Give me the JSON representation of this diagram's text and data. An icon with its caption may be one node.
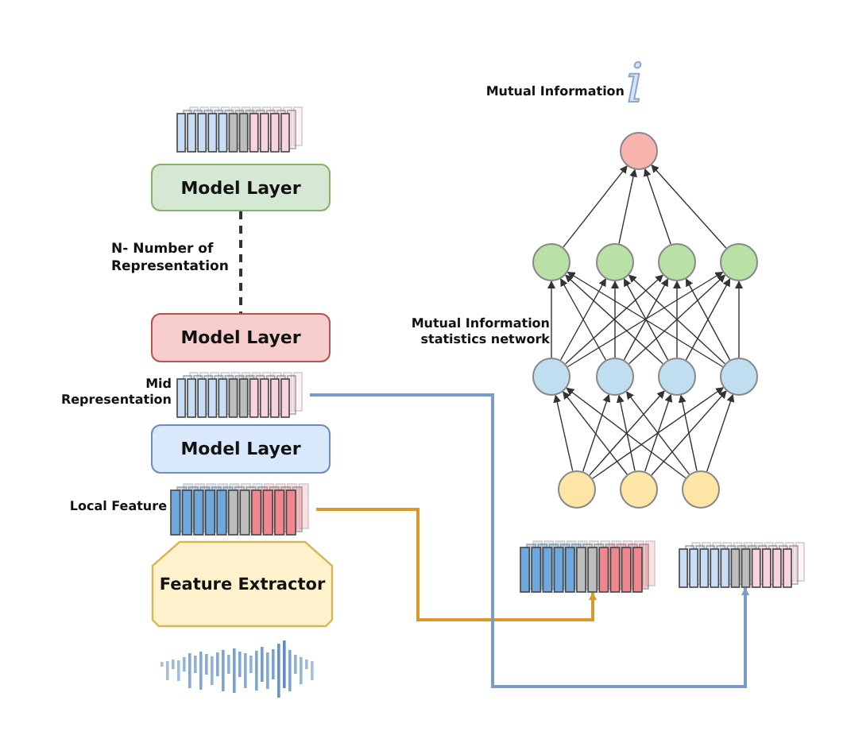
{
  "diagram": {
    "nodes": [
      {
        "text": [],
        "shape": "bar"
      },
      {
        "text": [
          "Model Layer"
        ]
      },
      {
        "text": [
          "Model Layer"
        ]
      },
      {
        "text": [],
        "shape": "bar",
        "beside": [
          "Mid Representation"
        ]
      },
      {
        "text": [
          "Model Layer"
        ]
      },
      {
        "text": [],
        "shape": "bar",
        "beside": [
          "Local Feature"
        ]
      },
      {
        "text": [
          "Feature Extractor"
        ]
      },
      {
        "text": [],
        "shape": "circle"
      },
      {
        "text": [],
        "shape": "circle"
      },
      {
        "text": [],
        "shape": "circle"
      },
      {
        "text": [],
        "shape": "circle"
      },
      {
        "text": [],
        "shape": "circle"
      },
      {
        "text": [],
        "shape": "circle"
      },
      {
        "text": [],
        "shape": "circle"
      },
      {
        "text": [],
        "shape": "circle"
      },
      {
        "text": [],
        "shape": "circle"
      },
      {
        "text": [],
        "shape": "circle"
      },
      {
        "text": [],
        "shape": "circle"
      },
      {
        "text": [],
        "shape": "circle"
      },
      {
        "text": [],
        "shape": "bar"
      },
      {
        "text": [],
        "shape": "bar"
      }
    ],
    "edges": [
      {
        "from": 1,
        "to": 2,
        "arrow": "none",
        "style": "dashed",
        "label": "N- Number of Representation"
      },
      {
        "from": 5,
        "to": 19,
        "arrow": "to",
        "color": "#d99a2b"
      },
      {
        "from": 3,
        "to": 20,
        "arrow": "to",
        "color": "#7a9cc9"
      },
      {
        "from": 16,
        "to": 12,
        "arrow": "to"
      },
      {
        "from": 16,
        "to": 13,
        "arrow": "to"
      },
      {
        "from": 16,
        "to": 14,
        "arrow": "to"
      },
      {
        "from": 16,
        "to": 15,
        "arrow": "to"
      },
      {
        "from": 17,
        "to": 12,
        "arrow": "to"
      },
      {
        "from": 17,
        "to": 13,
        "arrow": "to"
      },
      {
        "from": 17,
        "to": 14,
        "arrow": "to"
      },
      {
        "from": 17,
        "to": 15,
        "arrow": "to"
      },
      {
        "from": 18,
        "to": 12,
        "arrow": "to"
      },
      {
        "from": 18,
        "to": 13,
        "arrow": "to"
      },
      {
        "from": 18,
        "to": 14,
        "arrow": "to"
      },
      {
        "from": 18,
        "to": 15,
        "arrow": "to"
      },
      {
        "from": 12,
        "to": 8,
        "arrow": "to"
      },
      {
        "from": 12,
        "to": 9,
        "arrow": "to"
      },
      {
        "from": 12,
        "to": 10,
        "arrow": "to"
      },
      {
        "from": 12,
        "to": 11,
        "arrow": "to"
      },
      {
        "from": 13,
        "to": 8,
        "arrow": "to"
      },
      {
        "from": 13,
        "to": 9,
        "arrow": "to"
      },
      {
        "from": 13,
        "to": 10,
        "arrow": "to"
      },
      {
        "from": 13,
        "to": 11,
        "arrow": "to"
      },
      {
        "from": 14,
        "to": 8,
        "arrow": "to"
      },
      {
        "from": 14,
        "to": 9,
        "arrow": "to"
      },
      {
        "from": 14,
        "to": 10,
        "arrow": "to"
      },
      {
        "from": 14,
        "to": 11,
        "arrow": "to"
      },
      {
        "from": 15,
        "to": 8,
        "arrow": "to"
      },
      {
        "from": 15,
        "to": 9,
        "arrow": "to"
      },
      {
        "from": 15,
        "to": 10,
        "arrow": "to"
      },
      {
        "from": 15,
        "to": 11,
        "arrow": "to"
      },
      {
        "from": 8,
        "to": 7,
        "arrow": "to"
      },
      {
        "from": 9,
        "to": 7,
        "arrow": "to"
      },
      {
        "from": 10,
        "to": 7,
        "arrow": "to"
      },
      {
        "from": 11,
        "to": 7,
        "arrow": "to"
      }
    ],
    "labels": [
      "Mutual Information",
      "i",
      "Mutual Information statistics network"
    ]
  }
}
